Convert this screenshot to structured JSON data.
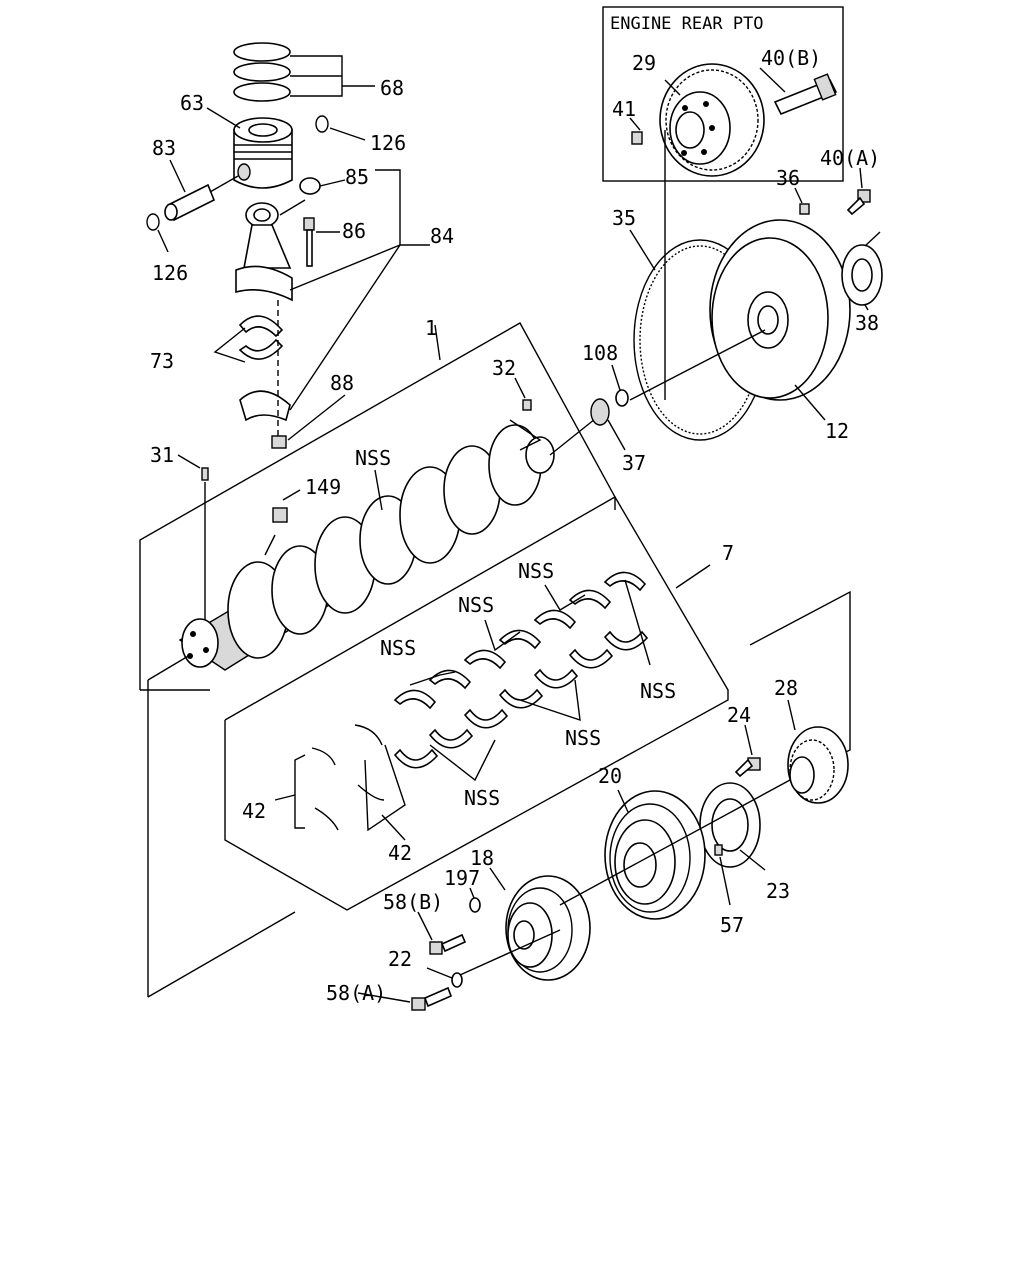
{
  "inset_title": "ENGINE REAR PTO",
  "labels": {
    "l68": "68",
    "l63": "63",
    "l126a": "126",
    "l83": "83",
    "l85": "85",
    "l86": "86",
    "l84": "84",
    "l126b": "126",
    "l73": "73",
    "l88": "88",
    "l1": "1",
    "l32": "32",
    "l31": "31",
    "l149": "149",
    "lnss_main": "NSS",
    "l29": "29",
    "l40b": "40(B)",
    "l41": "41",
    "l36": "36",
    "l40a": "40(A)",
    "l35": "35",
    "l38": "38",
    "l108": "108",
    "l37": "37",
    "l12": "12",
    "l7": "7",
    "lnss1": "NSS",
    "lnss2": "NSS",
    "lnss3": "NSS",
    "lnss4": "NSS",
    "lnss5": "NSS",
    "lnss6": "NSS",
    "l28": "28",
    "l24": "24",
    "l42a": "42",
    "l42b": "42",
    "l20": "20",
    "l18": "18",
    "l197": "197",
    "l58b": "58(B)",
    "l23": "23",
    "l57": "57",
    "l22": "22",
    "l58a": "58(A)"
  }
}
